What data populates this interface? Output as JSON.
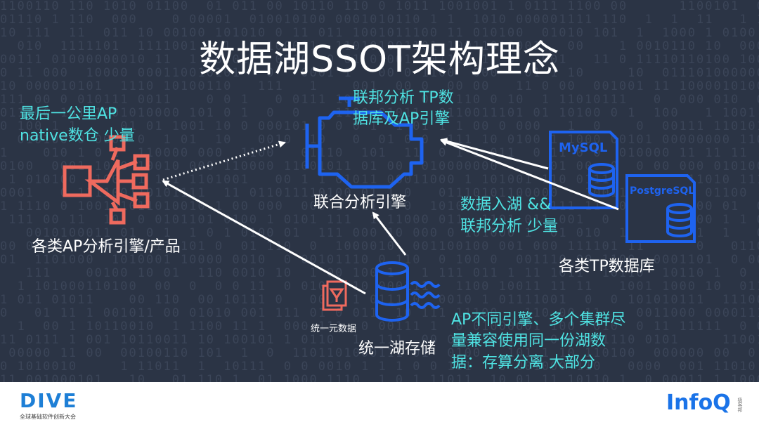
{
  "slide": {
    "title": "数据湖SSOT架构理念",
    "colors": {
      "background": "#2b3445",
      "accent_cyan": "#4fe3e3",
      "accent_blue": "#1e63f0",
      "accent_red": "#ef6a5e",
      "text_white": "#ffffff"
    }
  },
  "nodes": {
    "ap_engines": {
      "label": "各类AP分析引擎/产品",
      "note_line1": "最后一公里AP",
      "note_line2": "native数仓 少量",
      "icon": "network-hub-icon"
    },
    "federated_engine": {
      "label": "联合分析引擎",
      "note_line1": "联邦分析 TP数",
      "note_line2": "据库及AP引擎",
      "icon": "engine-icon"
    },
    "tp_databases": {
      "label": "各类TP数据库",
      "mysql": "MySQL",
      "postgres": "PostgreSQL",
      "icon": "database-icon"
    },
    "unified_lake": {
      "label": "统一湖存储",
      "metadata_label": "统一元数据",
      "icon": "lake-storage-icon"
    }
  },
  "notes": {
    "ingest_line1": "数据入湖 &&",
    "ingest_line2": "联邦分析 少量",
    "compute_line1": "AP不同引擎、多个集群尽",
    "compute_line2": "量兼容使用同一份湖数",
    "compute_line3": "据：存算分离 大部分"
  },
  "footer": {
    "dive_logo": "DIVE",
    "dive_subtitle": "全球基础软件创新大会",
    "infoq_logo": "InfoQ",
    "infoq_tag": "极客邦"
  }
}
